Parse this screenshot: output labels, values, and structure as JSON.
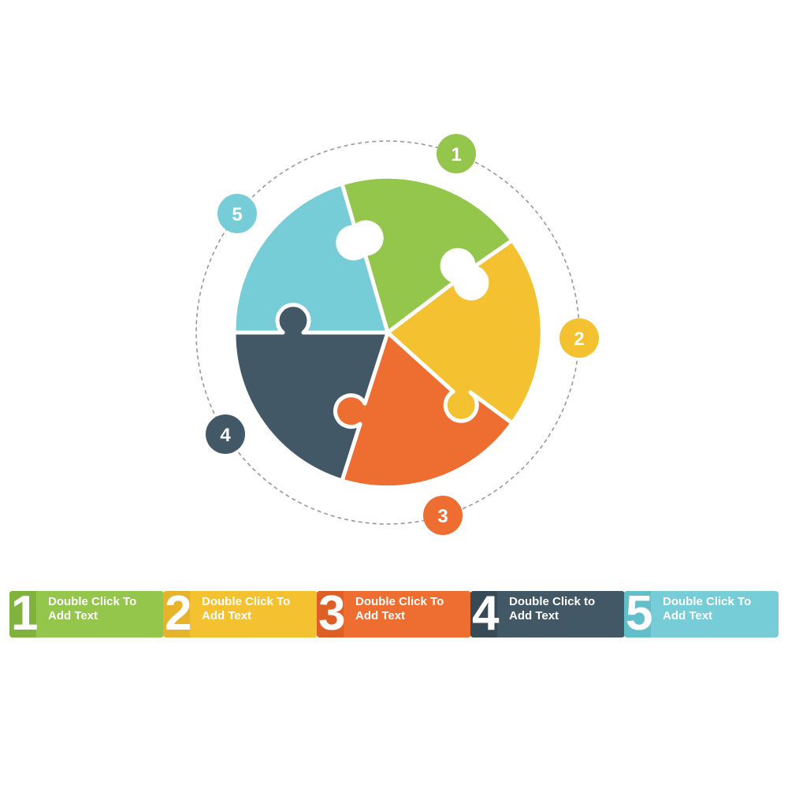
{
  "diagram": {
    "dashed_ring_color": "#999999",
    "outline_color": "#ffffff",
    "pieces": [
      {
        "id": "1",
        "color": "#93C64B",
        "darker": "#7FB33D",
        "text": "Double Click To Add Text"
      },
      {
        "id": "2",
        "color": "#F4C231",
        "darker": "#E7B32A",
        "text": "Double Click To Add Text"
      },
      {
        "id": "3",
        "color": "#EE6E31",
        "darker": "#DD5F26",
        "text": "Double Click To Add Text"
      },
      {
        "id": "4",
        "color": "#435866",
        "darker": "#374A56",
        "text": "Double Click to Add Text"
      },
      {
        "id": "5",
        "color": "#77CDD7",
        "darker": "#62BEC9",
        "text": "Double Click To Add Text"
      }
    ]
  }
}
